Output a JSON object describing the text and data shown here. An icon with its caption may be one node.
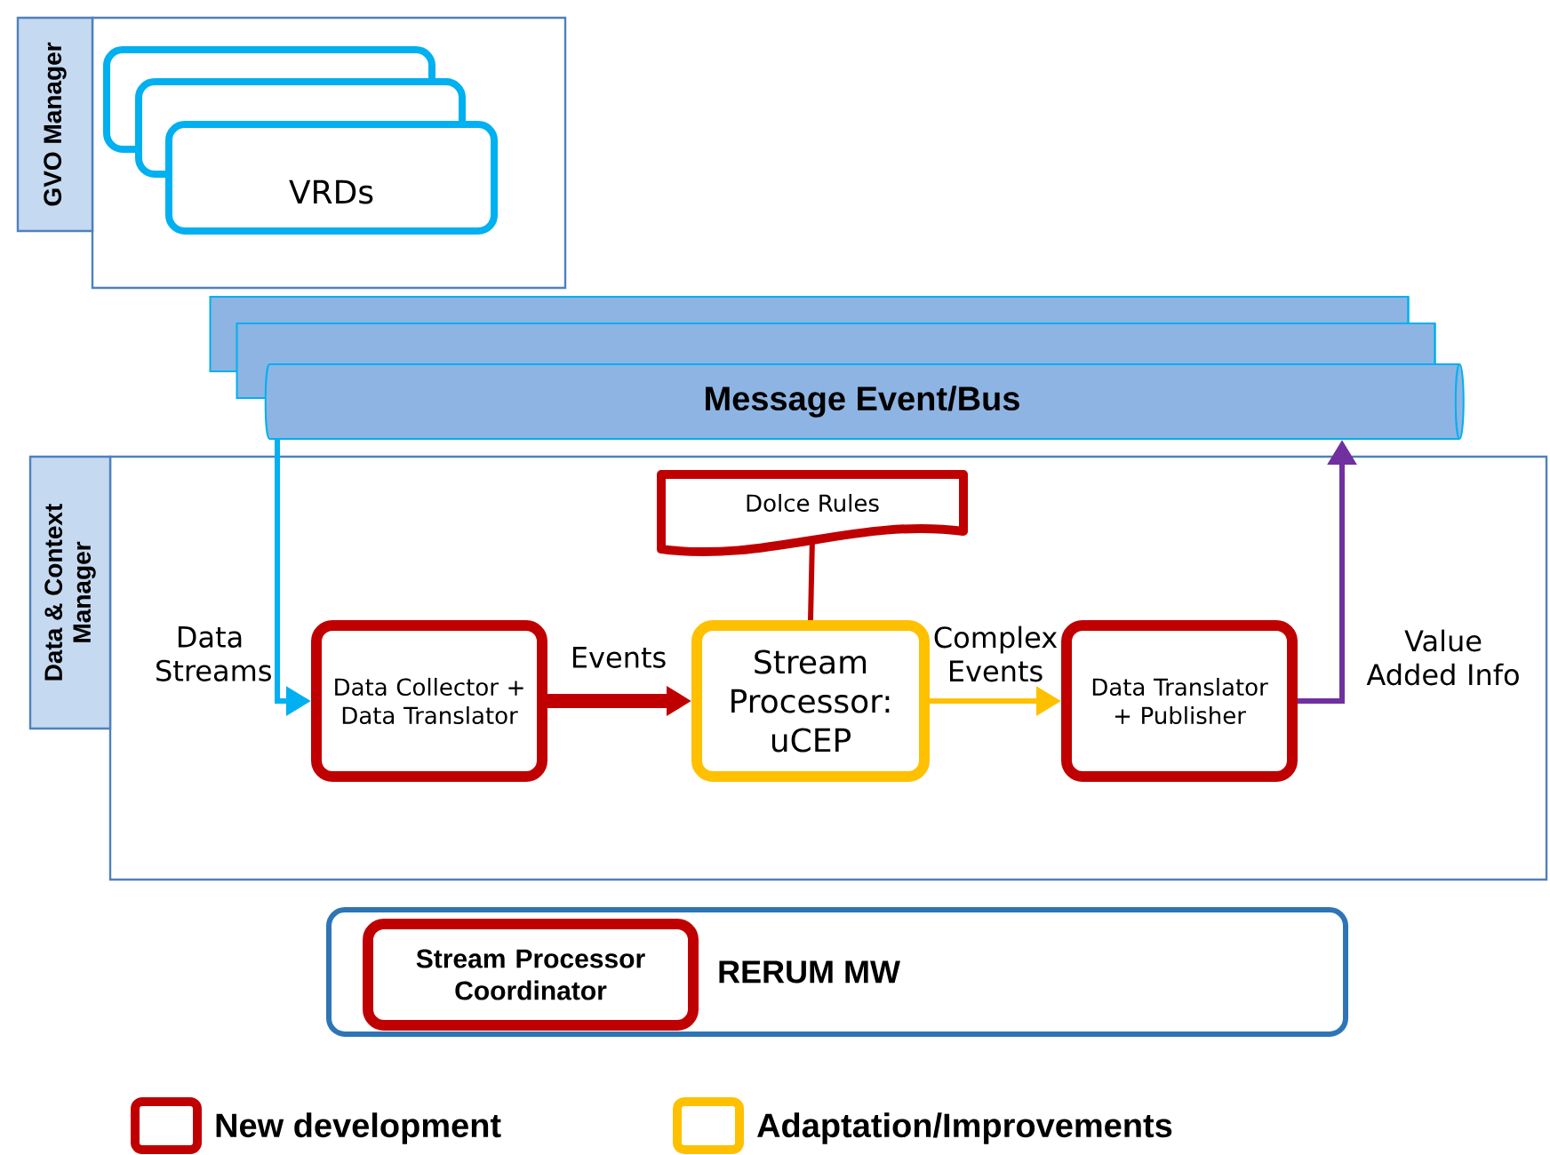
{
  "diagram": {
    "nodes": [
      {
        "text": [
          "GVO Manager"
        ]
      },
      {
        "text": [],
        "shape": "box",
        "in": 0
      },
      {
        "text": [],
        "shape": "box",
        "in": 0
      },
      {
        "text": [
          "VRDs"
        ],
        "in": 0
      },
      {
        "text": [],
        "shape": "cylinder"
      },
      {
        "text": [],
        "shape": "cylinder"
      },
      {
        "text": [
          "Message Event/Bus"
        ]
      },
      {
        "text": [
          "Data & Context Manager"
        ]
      },
      {
        "text": [
          "Data Collector + Data Translator"
        ],
        "in": 7
      },
      {
        "text": [
          "Dolce Rules"
        ],
        "in": 7
      },
      {
        "text": [
          "Stream Processor: uCEP"
        ],
        "in": 7
      },
      {
        "text": [
          "Data Translator + Publisher"
        ],
        "in": 7
      },
      {
        "text": [
          "RERUM MW"
        ]
      },
      {
        "text": [
          "Stream Processor Coordinator"
        ],
        "in": 12
      }
    ],
    "edges": [
      {
        "from": 6,
        "to": 8,
        "arrow": "to",
        "label": "Data Streams",
        "color": "#00b0f0"
      },
      {
        "from": 8,
        "to": 10,
        "arrow": "to",
        "label": "Events",
        "style": "thick",
        "color": "#c00000"
      },
      {
        "from": 10,
        "to": 11,
        "arrow": "to",
        "label": "Complex Events",
        "color": "#ffc000"
      },
      {
        "from": 11,
        "to": 6,
        "arrow": "to",
        "label": "Value Added Info",
        "color": "#7030a0"
      },
      {
        "from": 9,
        "to": 10,
        "arrow": "none",
        "color": "#c00000"
      }
    ],
    "legend": [
      {
        "text": "New development",
        "color": "#c00000"
      },
      {
        "text": "Adaptation/Improvements",
        "color": "#ffc000"
      }
    ]
  }
}
